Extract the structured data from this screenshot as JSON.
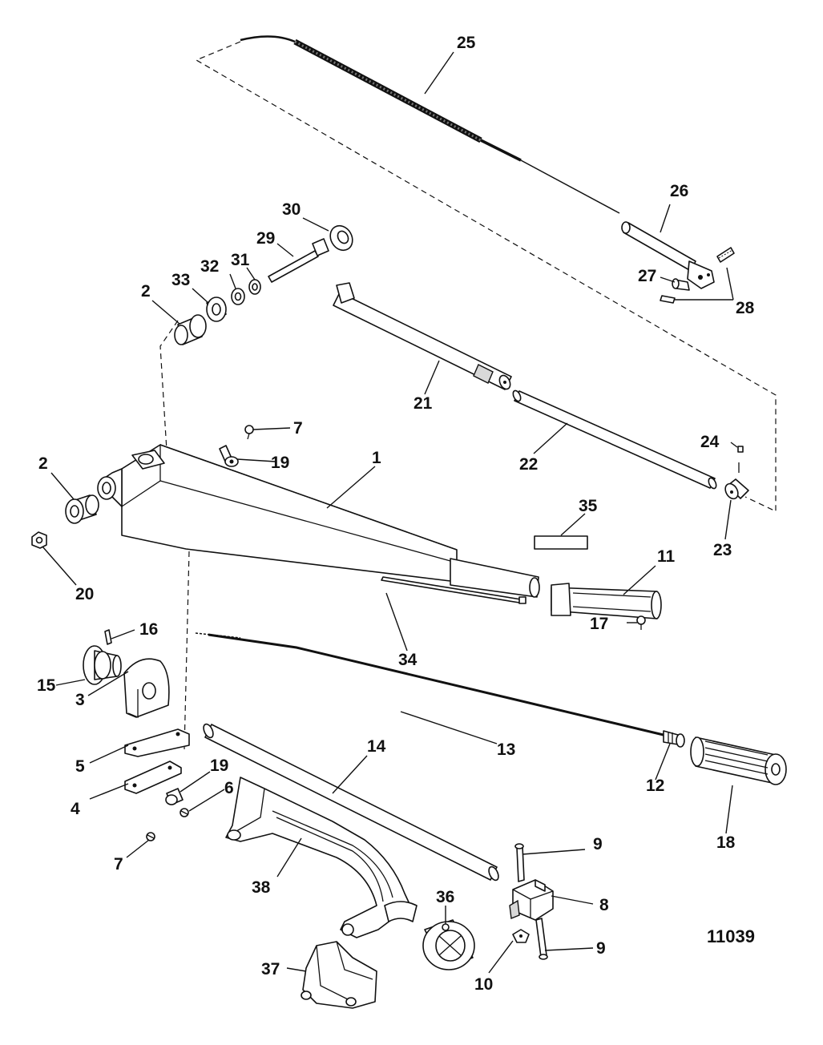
{
  "figure_number": "11039",
  "parts": [
    {
      "id": "p1",
      "callout": "1",
      "name": "tiller-arm"
    },
    {
      "id": "p2a",
      "callout": "2",
      "name": "bushing-upper"
    },
    {
      "id": "p2b",
      "callout": "2",
      "name": "bushing-lower"
    },
    {
      "id": "p3",
      "callout": "3",
      "name": "bracket"
    },
    {
      "id": "p4",
      "callout": "4",
      "name": "plate-lower"
    },
    {
      "id": "p5",
      "callout": "5",
      "name": "plate-upper"
    },
    {
      "id": "p6",
      "callout": "6",
      "name": "screw"
    },
    {
      "id": "p7a",
      "callout": "7",
      "name": "screw-upper"
    },
    {
      "id": "p7b",
      "callout": "7",
      "name": "screw-lower"
    },
    {
      "id": "p8",
      "callout": "8",
      "name": "clamp-block"
    },
    {
      "id": "p9a",
      "callout": "9",
      "name": "bolt-upper"
    },
    {
      "id": "p9b",
      "callout": "9",
      "name": "bolt-lower"
    },
    {
      "id": "p10",
      "callout": "10",
      "name": "wing-nut"
    },
    {
      "id": "p11",
      "callout": "11",
      "name": "throttle-grip-sleeve"
    },
    {
      "id": "p12",
      "callout": "12",
      "name": "cable-end-fitting"
    },
    {
      "id": "p13",
      "callout": "13",
      "name": "throttle-cable"
    },
    {
      "id": "p14",
      "callout": "14",
      "name": "rod"
    },
    {
      "id": "p15",
      "callout": "15",
      "name": "pulley"
    },
    {
      "id": "p16",
      "callout": "16",
      "name": "pin"
    },
    {
      "id": "p17",
      "callout": "17",
      "name": "screw-grip"
    },
    {
      "id": "p18",
      "callout": "18",
      "name": "grip"
    },
    {
      "id": "p19a",
      "callout": "19",
      "name": "clip-upper"
    },
    {
      "id": "p19b",
      "callout": "19",
      "name": "clip-lower"
    },
    {
      "id": "p20",
      "callout": "20",
      "name": "nut"
    },
    {
      "id": "p21",
      "callout": "21",
      "name": "shaft-tube"
    },
    {
      "id": "p22",
      "callout": "22",
      "name": "shaft"
    },
    {
      "id": "p23",
      "callout": "23",
      "name": "coupler"
    },
    {
      "id": "p24",
      "callout": "24",
      "name": "set-screw"
    },
    {
      "id": "p25",
      "callout": "25",
      "name": "flex-cable"
    },
    {
      "id": "p26",
      "callout": "26",
      "name": "lever"
    },
    {
      "id": "p27",
      "callout": "27",
      "name": "barrel"
    },
    {
      "id": "p28",
      "callout": "28",
      "name": "screws"
    },
    {
      "id": "p29",
      "callout": "29",
      "name": "pivot-bolt"
    },
    {
      "id": "p30",
      "callout": "30",
      "name": "locknut"
    },
    {
      "id": "p31",
      "callout": "31",
      "name": "washer-small"
    },
    {
      "id": "p32",
      "callout": "32",
      "name": "washer"
    },
    {
      "id": "p33",
      "callout": "33",
      "name": "bushing-flanged"
    },
    {
      "id": "p34",
      "callout": "34",
      "name": "cable-tie"
    },
    {
      "id": "p35",
      "callout": "35",
      "name": "decal"
    },
    {
      "id": "p36",
      "callout": "36",
      "name": "collar"
    },
    {
      "id": "p37",
      "callout": "37",
      "name": "cover-lower"
    },
    {
      "id": "p38",
      "callout": "38",
      "name": "cover-upper"
    }
  ]
}
